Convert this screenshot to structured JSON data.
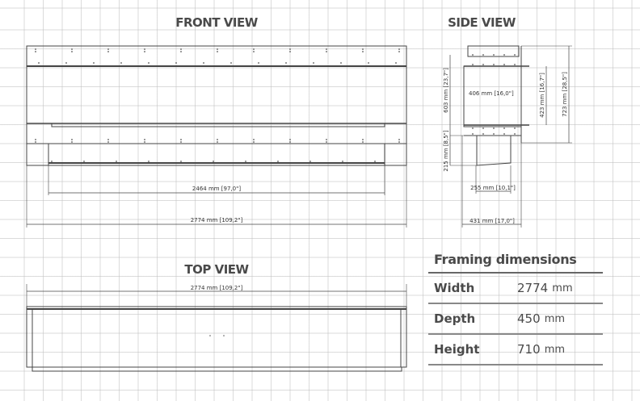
{
  "views": {
    "front": "FRONT VIEW",
    "side": "SIDE VIEW",
    "top": "TOP VIEW"
  },
  "front_dims": {
    "inner_width": "2464 mm [97,0\"]",
    "outer_width": "2774 mm [109,2\"]"
  },
  "side_dims": {
    "height_603": "603 mm [23,7\"]",
    "height_215": "215 mm [8,5\"]",
    "depth_406": "406 mm [16,0\"]",
    "height_423": "423 mm [16,7\"]",
    "height_723": "723 mm [28,5\"]",
    "width_255": "255 mm [10,1\"]",
    "width_431": "431 mm [17,0\"]"
  },
  "top_dims": {
    "outer_width": "2774 mm [109,2\"]"
  },
  "framing": {
    "title": "Framing dimensions",
    "rows": [
      {
        "label": "Width",
        "value": "2774",
        "unit": "mm"
      },
      {
        "label": "Depth",
        "value": "450",
        "unit": "mm"
      },
      {
        "label": "Height",
        "value": "710",
        "unit": "mm"
      }
    ]
  }
}
